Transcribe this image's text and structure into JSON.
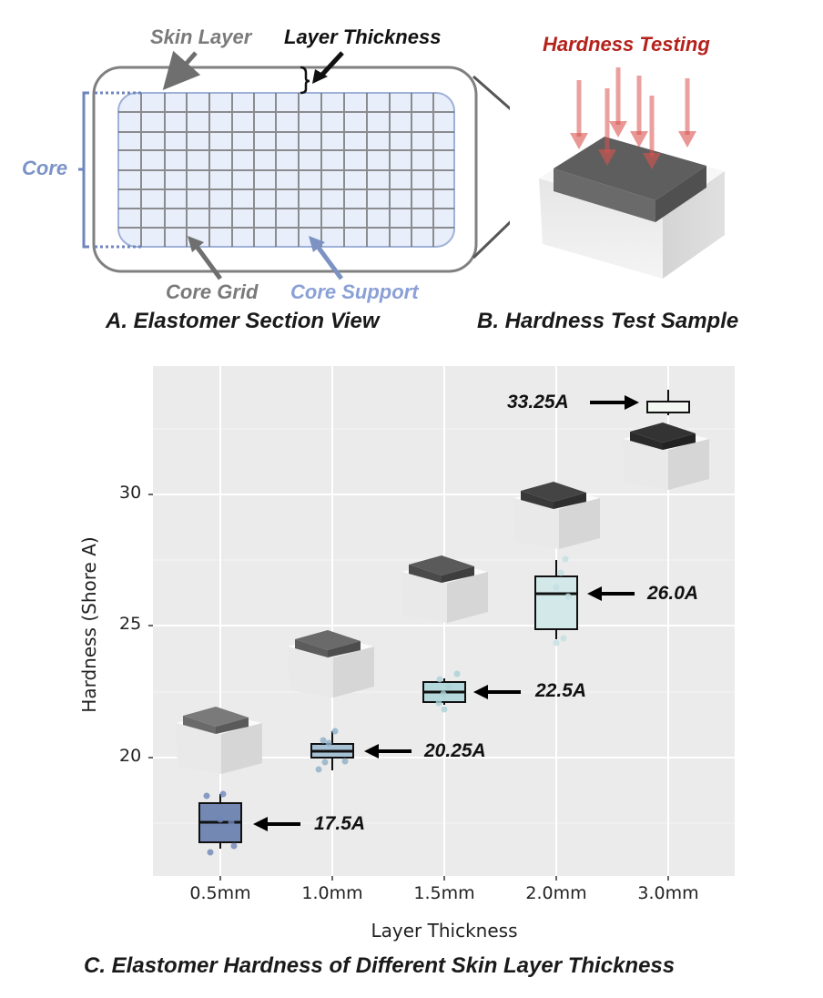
{
  "panel_a": {
    "caption": "A. Elastomer Section View",
    "labels": {
      "skin_layer": "Skin Layer",
      "layer_thickness": "Layer Thickness",
      "core": "Core",
      "core_grid": "Core Grid",
      "core_support": "Core Support"
    }
  },
  "panel_b": {
    "caption": "B. Hardness Test Sample",
    "label": "Hardness Testing"
  },
  "panel_c": {
    "caption": "C. Elastomer Hardness of Different Skin Layer Thickness"
  },
  "colors": {
    "core_blue": "#7b93c8",
    "skin_gray": "#777777",
    "testing_red": "#b5221c",
    "plot_bg": "#ebebeb",
    "box_05": "#7389b4",
    "box_10": "#a6c0d4",
    "box_15": "#b5d8dc",
    "box_20": "#d3e8e8",
    "box_30": "#f4f8f2"
  },
  "chart_data": {
    "type": "box",
    "title": "C. Elastomer Hardness of Different Skin Layer Thickness",
    "xlabel": "Layer Thickness",
    "ylabel": "Hardness (Shore A)",
    "categories": [
      "0.5mm",
      "1.0mm",
      "1.5mm",
      "2.0mm",
      "3.0mm"
    ],
    "y_ticks": [
      20,
      25,
      30
    ],
    "ylim": [
      15.5,
      35
    ],
    "grid": true,
    "series": [
      {
        "category": "0.5mm",
        "median": 17.5,
        "q1": 16.8,
        "q3": 18.3,
        "whisker_low": 16.5,
        "whisker_high": 18.5,
        "points": [
          18.6,
          18.6,
          17.6,
          17.5,
          16.8,
          16.3
        ],
        "annotation": "17.5A"
      },
      {
        "category": "1.0mm",
        "median": 20.25,
        "q1": 20.0,
        "q3": 20.5,
        "whisker_low": 19.6,
        "whisker_high": 21.0,
        "points": [
          21.1,
          20.8,
          20.7,
          19.9,
          19.6,
          19.9
        ],
        "annotation": "20.25A"
      },
      {
        "category": "1.5mm",
        "median": 22.5,
        "q1": 22.2,
        "q3": 22.9,
        "whisker_low": 22.1,
        "whisker_high": 23.0,
        "points": [
          23.2,
          22.9,
          22.8,
          22.5,
          22.1,
          21.9
        ],
        "annotation": "22.5A"
      },
      {
        "category": "2.0mm",
        "median": 26.25,
        "q1": 24.9,
        "q3": 26.9,
        "whisker_low": 24.5,
        "whisker_high": 27.5,
        "points": [
          27.6,
          27.2,
          26.6,
          26.0,
          24.6,
          24.5
        ],
        "annotation": "26.0A"
      },
      {
        "category": "3.0mm",
        "median": 33.5,
        "q1": 33.35,
        "q3": 33.7,
        "whisker_low": 33.1,
        "whisker_high": 34.0,
        "points": [
          33.8,
          33.5,
          33.4
        ],
        "annotation": "33.25A"
      }
    ]
  }
}
